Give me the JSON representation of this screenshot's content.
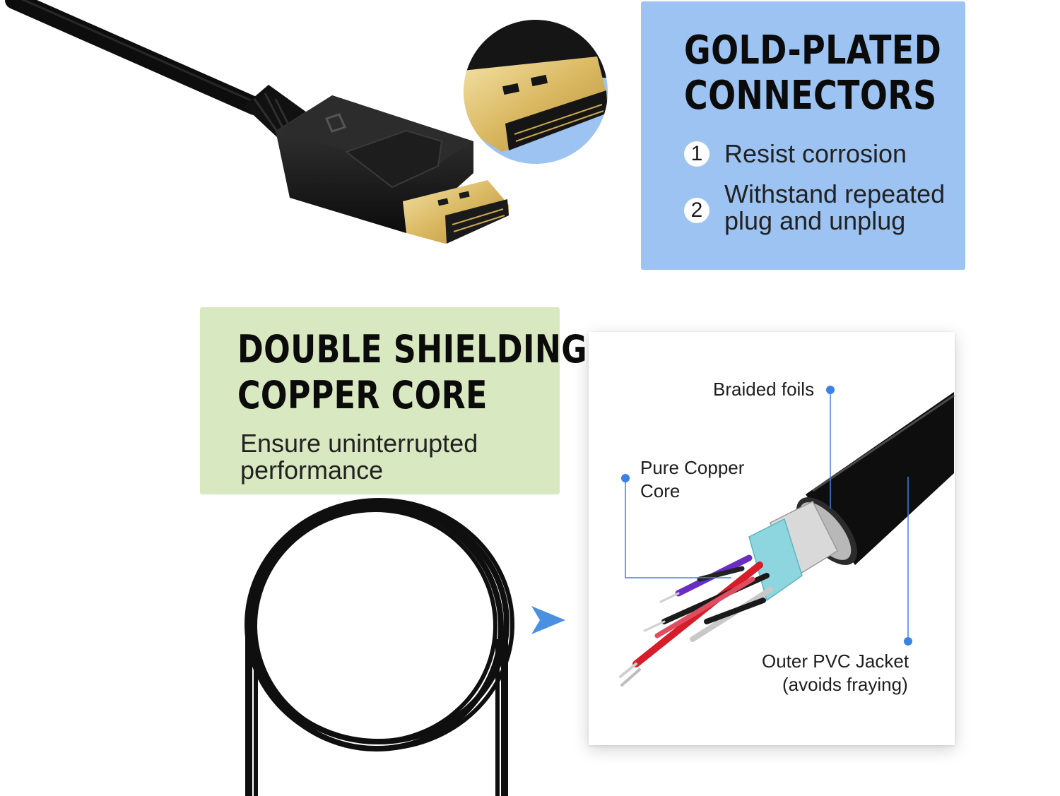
{
  "gold_connectors": {
    "title_line1": "GOLD-PLATED",
    "title_line2": "CONNECTORS",
    "features": [
      {
        "number": "1",
        "text_line1": "Resist corrosion"
      },
      {
        "number": "2",
        "text_line1": "Withstand repeated",
        "text_line2": "plug and unplug"
      }
    ]
  },
  "shielding": {
    "title_line1": "DOUBLE SHIELDING",
    "title_line2": "COPPER CORE",
    "desc_line1": "Ensure uninterrupted",
    "desc_line2": "performance"
  },
  "cross_section": {
    "braided": "Braided foils",
    "copper_line1": "Pure Copper",
    "copper_line2": "Core",
    "pvc_line1": "Outer PVC Jacket",
    "pvc_line2": "(avoids fraying)"
  },
  "colors": {
    "gold_panel": "#9cc3f2",
    "shield_panel": "#d8e8c0",
    "callout_line": "#3b82e6",
    "arrow": "#4a90e2",
    "gold": "#d9b861",
    "cable": "#111111"
  },
  "icons": {
    "arrow": "right-arrow-icon",
    "dp_logo": "displayport-logo-icon"
  }
}
